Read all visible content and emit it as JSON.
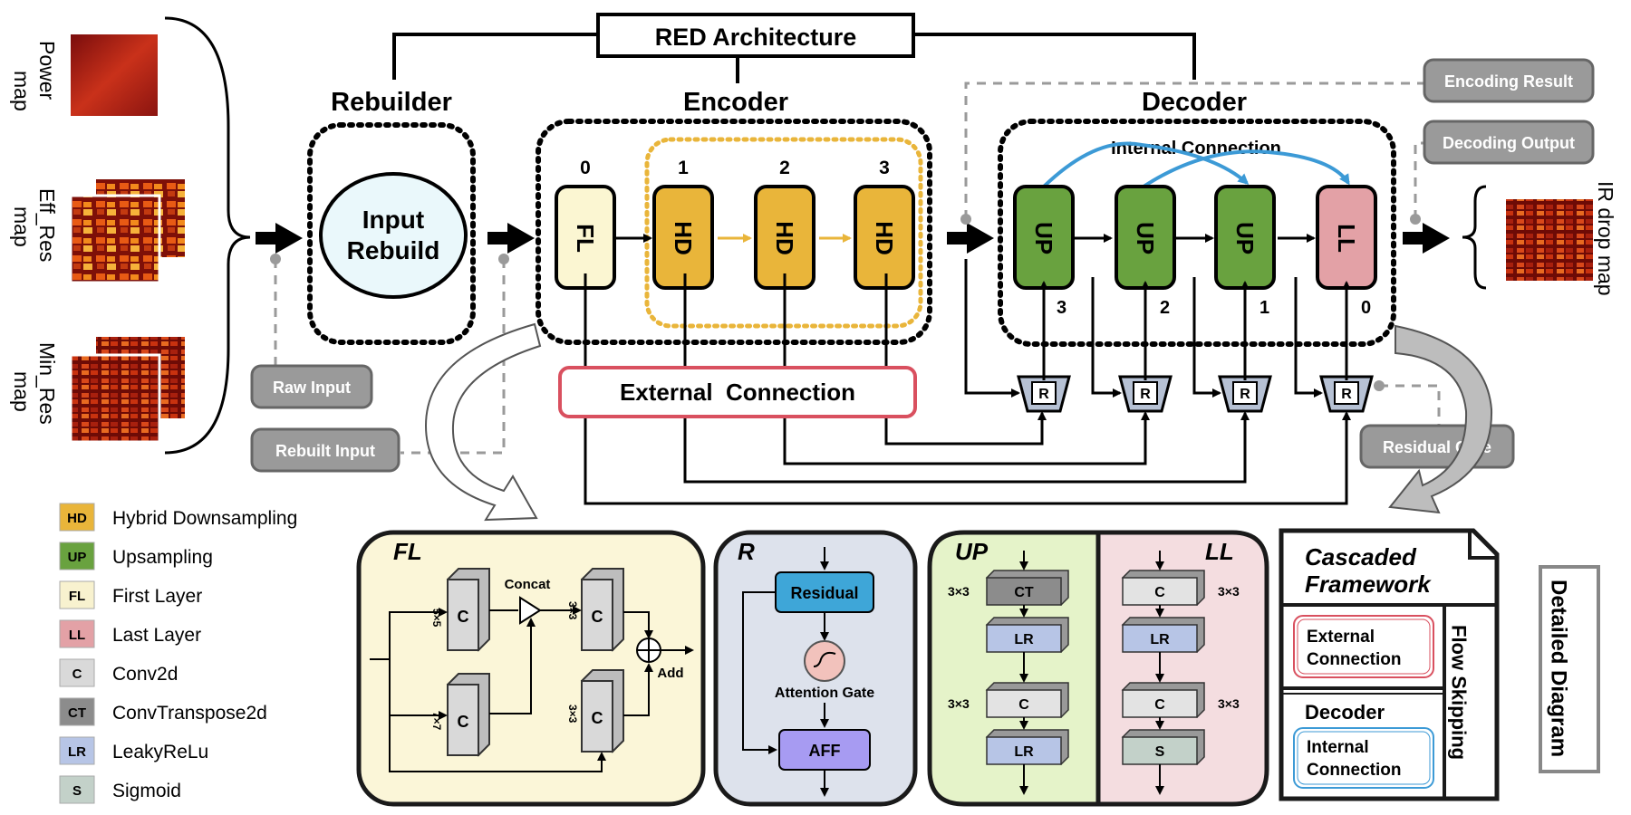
{
  "title": "RED Architecture",
  "sections": {
    "rebuilder": "Rebuilder",
    "encoder": "Encoder",
    "decoder": "Decoder"
  },
  "inputs": {
    "power": [
      "Power",
      "map"
    ],
    "eff_res": [
      "Eff_Res",
      "map"
    ],
    "min_res": [
      "Min_Res",
      "map"
    ]
  },
  "output_label": "IR drop map",
  "rebuild_block": [
    "Input",
    "Rebuild"
  ],
  "encoder_blocks": [
    {
      "index": "0",
      "label": "FL"
    },
    {
      "index": "1",
      "label": "HD"
    },
    {
      "index": "2",
      "label": "HD"
    },
    {
      "index": "3",
      "label": "HD"
    }
  ],
  "decoder_blocks": [
    {
      "index": "3",
      "label": "UP"
    },
    {
      "index": "2",
      "label": "UP"
    },
    {
      "index": "1",
      "label": "UP"
    },
    {
      "index": "0",
      "label": "LL"
    }
  ],
  "residual_label": "R",
  "internal_connection": "Internal Connection",
  "external_connection": "External  Connection",
  "tags": {
    "encoding_result": "Encoding Result",
    "decoding_output": "Decoding Output",
    "raw_input": "Raw Input",
    "rebuilt_input": "Rebuilt Input",
    "residual_gate": "Residual Gate"
  },
  "legend": [
    {
      "abbr": "HD",
      "label": "Hybrid Downsampling",
      "color": "#e9b53a"
    },
    {
      "abbr": "UP",
      "label": "Upsampling",
      "color": "#69a23f"
    },
    {
      "abbr": "FL",
      "label": "First Layer",
      "color": "#f8f2cf"
    },
    {
      "abbr": "LL",
      "label": "Last Layer",
      "color": "#e3a1a6"
    },
    {
      "abbr": "C",
      "label": "Conv2d",
      "color": "#d9d9d9"
    },
    {
      "abbr": "CT",
      "label": "ConvTranspose2d",
      "color": "#8c8c8c"
    },
    {
      "abbr": "LR",
      "label": "LeakyReLu",
      "color": "#b7c5e6"
    },
    {
      "abbr": "S",
      "label": "Sigmoid",
      "color": "#c3d1c9"
    }
  ],
  "fl_panel": {
    "title": "FL",
    "concat": "Concat",
    "add": "Add",
    "conv": "C",
    "k5": "5×5",
    "k7": "7×7",
    "k3a": "3×3",
    "k3b": "3×3"
  },
  "r_panel": {
    "title": "R",
    "residual": "Residual",
    "attention": "Attention Gate",
    "aff": "AFF"
  },
  "up_panel": {
    "title": "UP",
    "blocks": [
      "CT",
      "LR",
      "C",
      "LR"
    ],
    "kernels": [
      "3×3",
      "3×3"
    ]
  },
  "ll_panel": {
    "title": "LL",
    "blocks": [
      "C",
      "LR",
      "C",
      "S"
    ],
    "kernels": [
      "3×3",
      "3×3"
    ]
  },
  "cascaded": {
    "title": [
      "Cascaded",
      "Framework"
    ],
    "external": [
      "External",
      "Connection"
    ],
    "decoder": "Decoder",
    "internal": [
      "Internal",
      "Connection"
    ],
    "flow": "Flow Skipping"
  },
  "detailed": "Detailed Diagram",
  "colors": {
    "hd": "#e9b53a",
    "up": "#69a23f",
    "fl": "#fbf6d2",
    "ll": "#e3a1a6",
    "blue": "#3c9ad6",
    "ext_red": "#d9505f",
    "tag_gray": "#9a9a9a"
  }
}
